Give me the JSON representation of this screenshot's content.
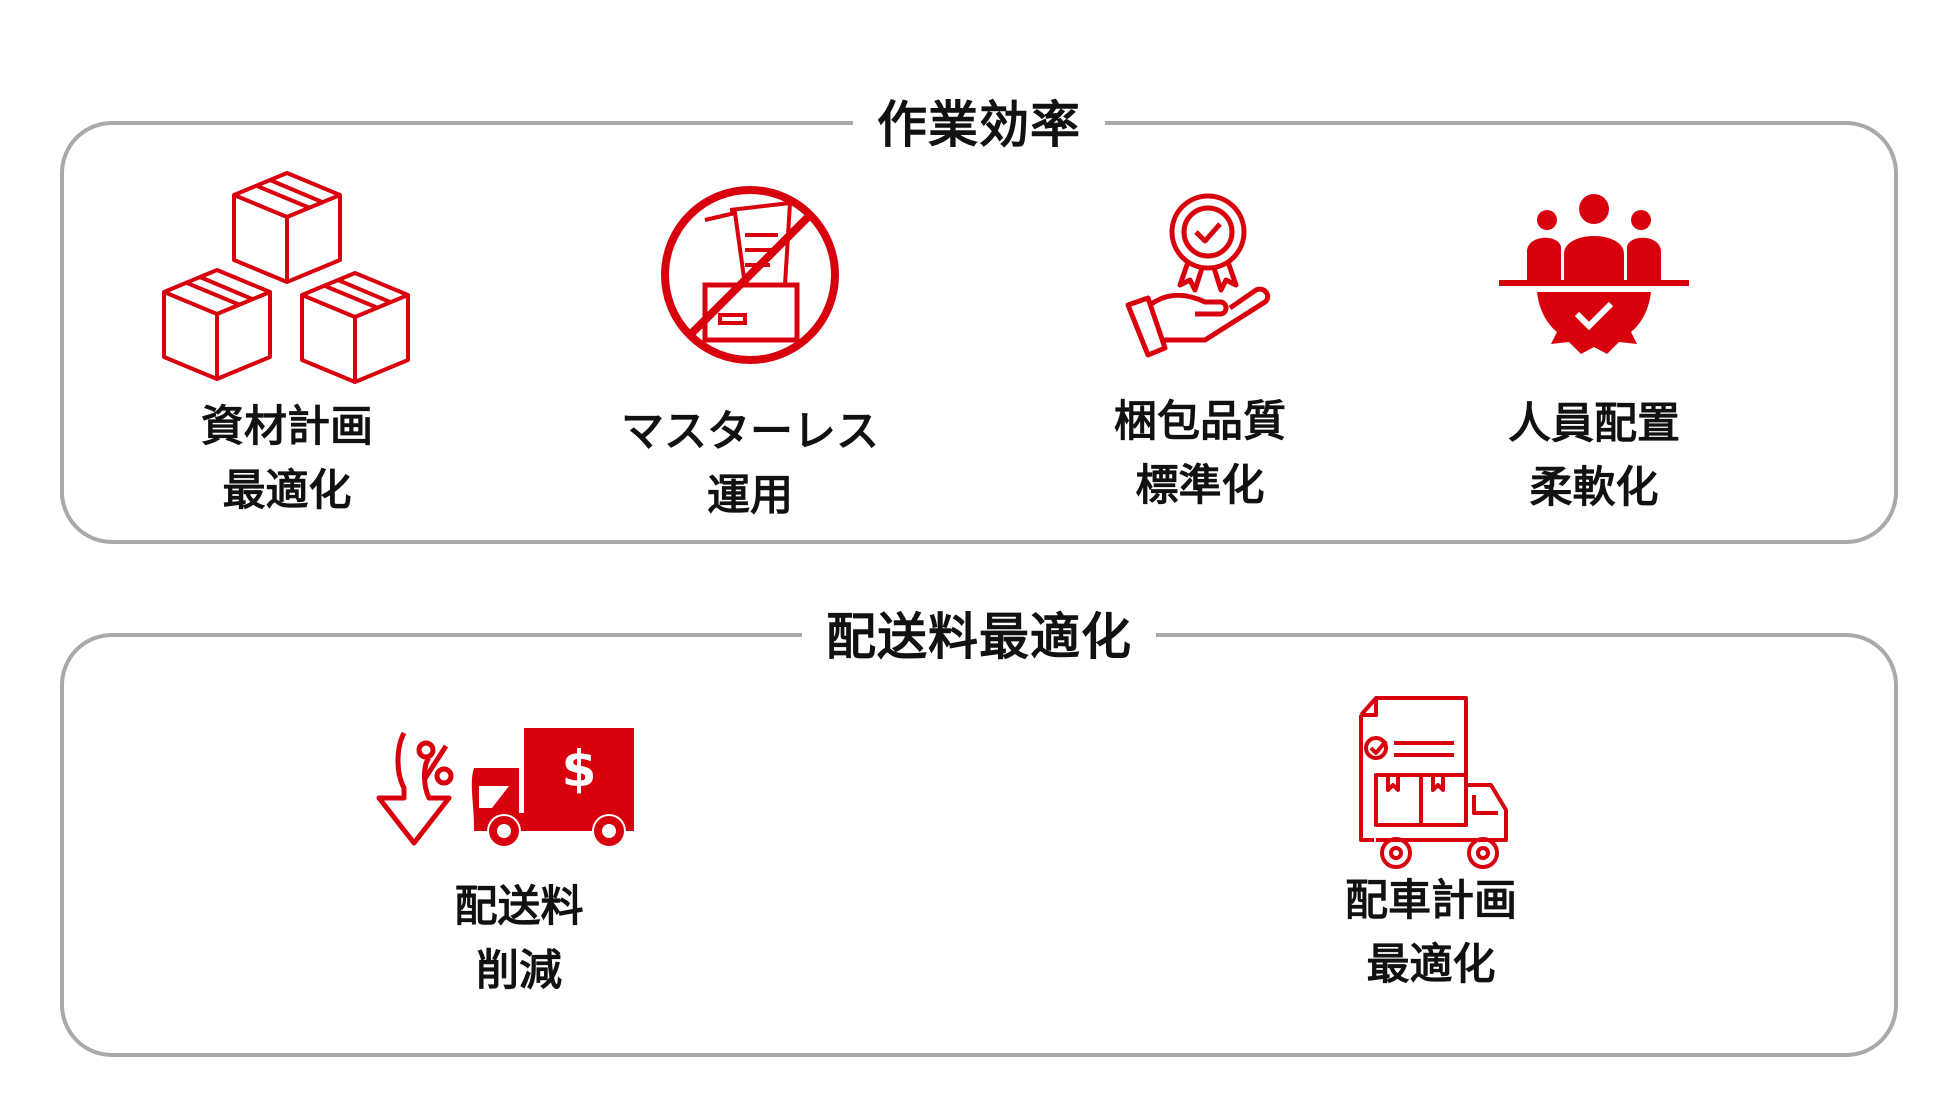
{
  "colors": {
    "accent": "#d9000d",
    "border": "#a9a9a9",
    "text": "#111111"
  },
  "sections": [
    {
      "title": "作業効率",
      "items": [
        {
          "icon": "boxes-icon",
          "line1": "資材計画",
          "line2": "最適化"
        },
        {
          "icon": "no-documents-icon",
          "line1": "マスターレス",
          "line2": "運用"
        },
        {
          "icon": "hand-award-icon",
          "line1": "梱包品質",
          "line2": "標準化"
        },
        {
          "icon": "team-gear-icon",
          "line1": "人員配置",
          "line2": "柔軟化"
        }
      ]
    },
    {
      "title": "配送料最適化",
      "items": [
        {
          "icon": "cost-down-truck-icon",
          "line1": "配送料",
          "line2": "削減"
        },
        {
          "icon": "delivery-plan-truck-icon",
          "line1": "配車計画",
          "line2": "最適化"
        }
      ]
    }
  ]
}
